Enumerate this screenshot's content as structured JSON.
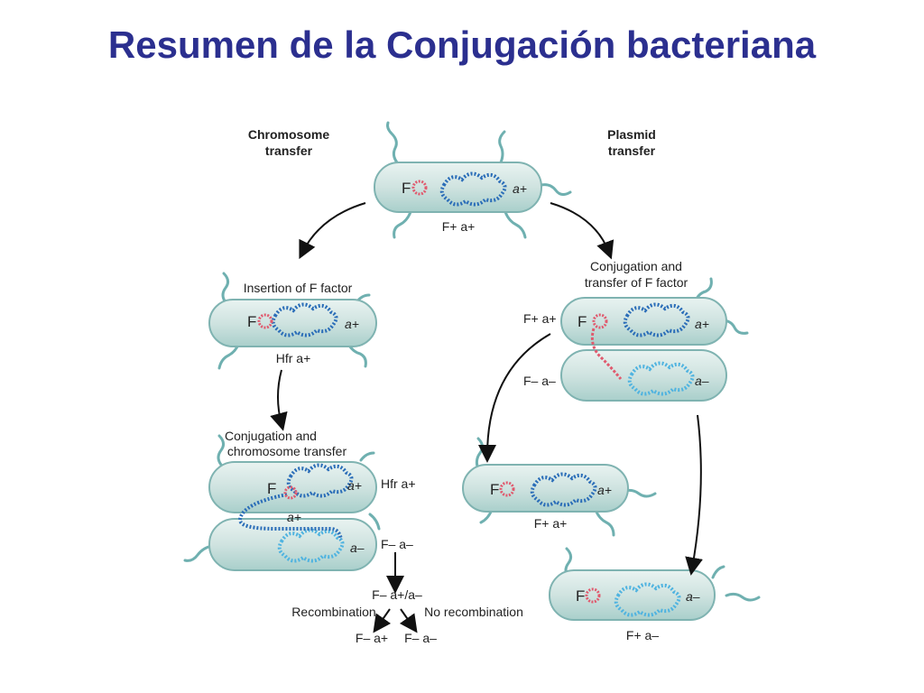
{
  "title": "Resumen de la Conjugación bacteriana",
  "headers": {
    "left": [
      "Chromosome",
      "transfer"
    ],
    "right": [
      "Plasmid",
      "transfer"
    ]
  },
  "steps": {
    "insertion": "Insertion of F factor",
    "conj_plasmid": [
      "Conjugation and",
      "transfer of F factor"
    ],
    "conj_chrom": [
      "Conjugation and",
      "chromosome transfer"
    ]
  },
  "cells": {
    "top_caption": "F+ a+",
    "hfr_caption": "Hfr a+",
    "hfr_side": "Hfr a+",
    "plasmid_donor": "F+ a+",
    "plasmid_recipient": "F– a–",
    "chrom_recipient": "F– a–",
    "merodiploid": "F– a+/a–",
    "result_left": "F+ a+",
    "result_right": "F+ a–",
    "recomb_left": "F– a+",
    "recomb_right": "F– a–"
  },
  "cell_labels": {
    "f": "F",
    "a_plus": "a+",
    "a_minus": "a–"
  },
  "outcomes": {
    "recombination": "Recombination",
    "no_recombination": "No recombination"
  },
  "colors": {
    "title": "#2b2f8f",
    "cell_fill": "#cfe3e0",
    "cell_stroke": "#7fb3b1",
    "dna": "#2a6db8",
    "plasmid": "#e05a6e"
  }
}
